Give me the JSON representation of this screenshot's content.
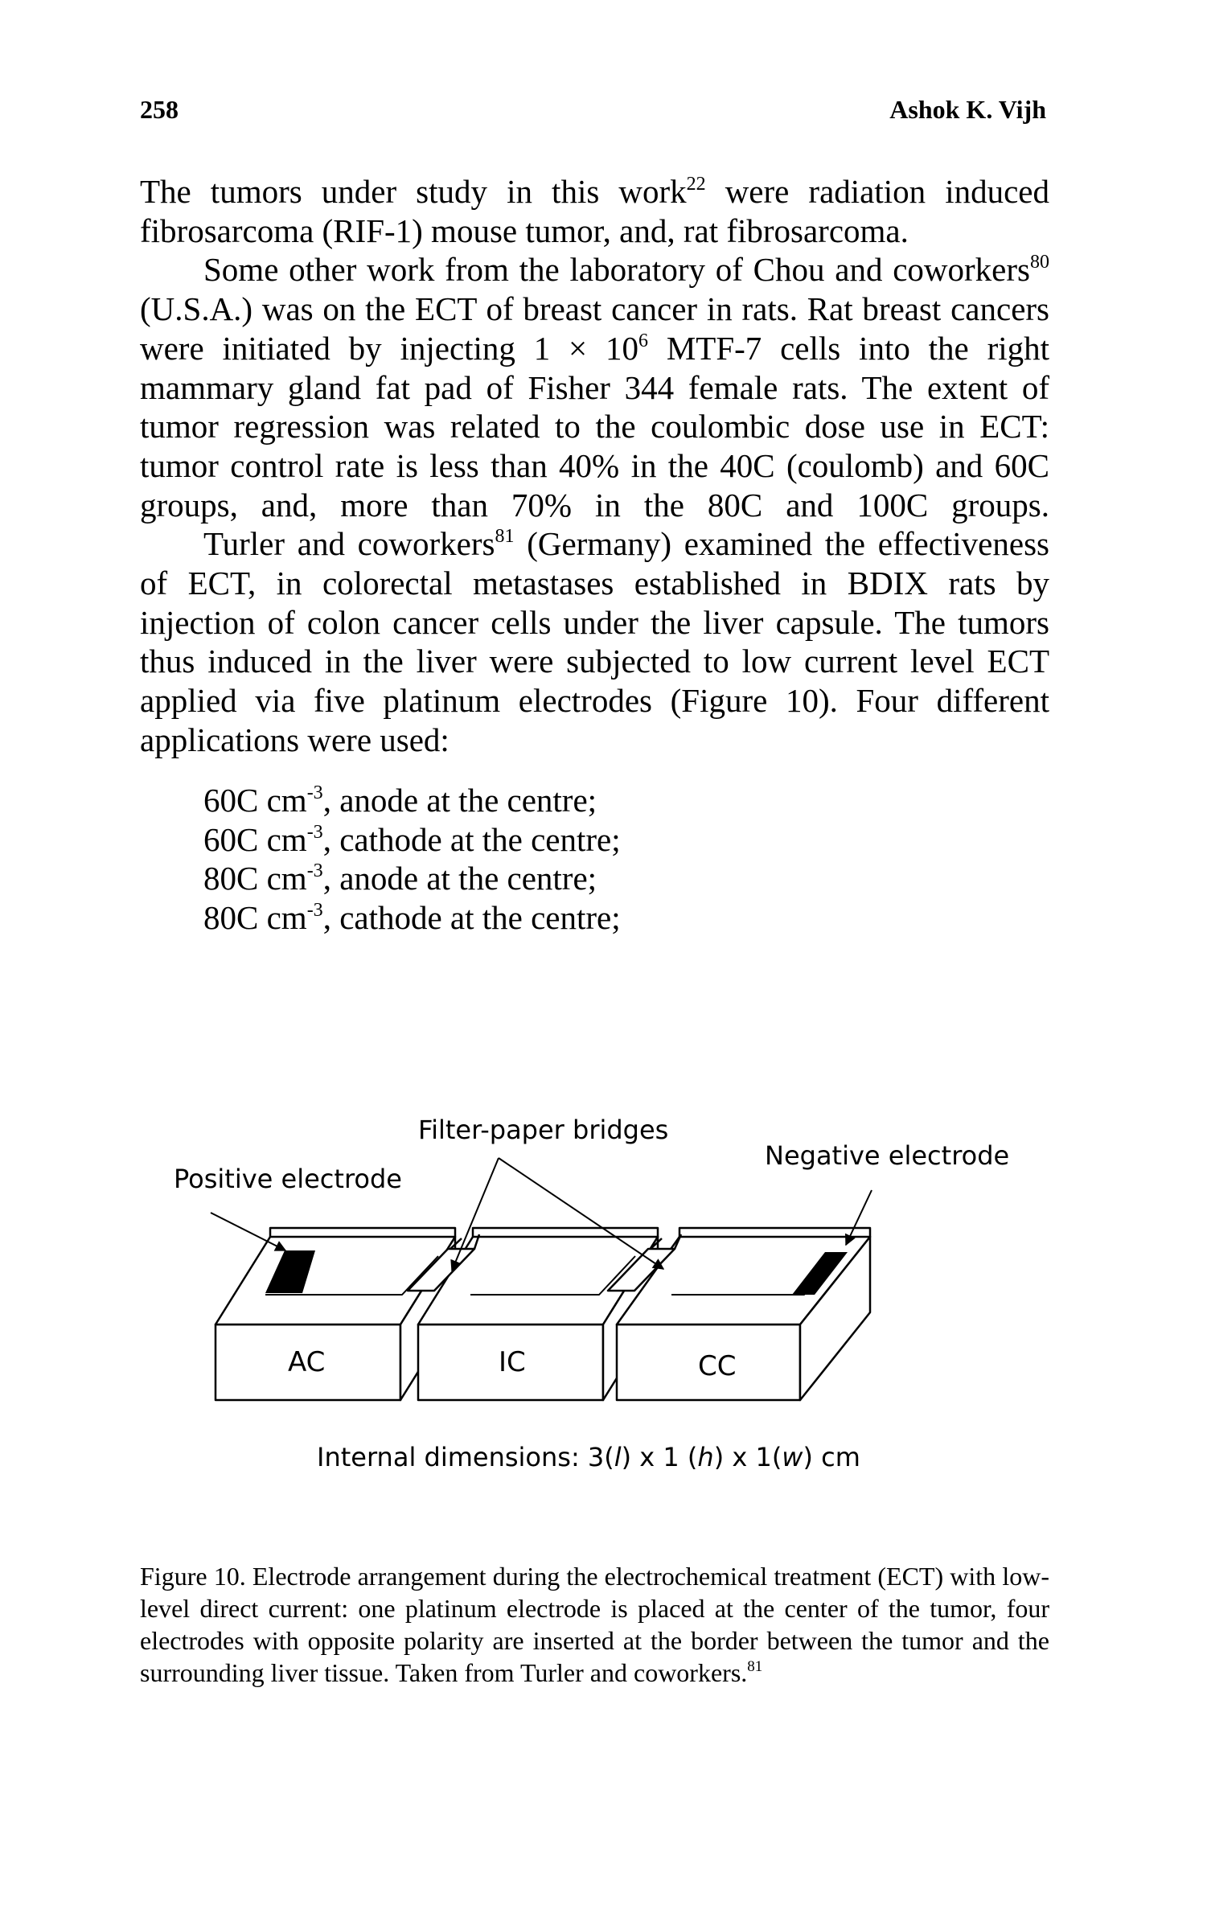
{
  "header": {
    "page_number": "258",
    "author": "Ashok K. Vijh"
  },
  "paragraphs": {
    "p1_a": "The tumors under study in this work",
    "p1_ref": "22",
    "p1_b": " were radiation induced fibrosarcoma (RIF-1) mouse tumor, and, rat fibrosarcoma.",
    "p2_a": "Some other work from the laboratory of Chou and coworkers",
    "p2_ref": "80",
    "p2_b": " (U.S.A.) was on the ECT of breast cancer in rats. Rat breast cancers were initiated by injecting 1 × 10",
    "p2_exp": "6",
    "p2_c": " MTF-7 cells into the right mammary gland fat pad of Fisher 344 female rats. The extent of tumor regression was related to the coulombic dose use in ECT: tumor control rate is less than 40% in the 40C (coulomb) and 60C groups, and, more than 70% in the 80C and 100C groups.",
    "p3_a": "Turler and coworkers",
    "p3_ref": "81",
    "p3_b": " (Germany) examined the effectiveness of ECT, in colorectal metastases established in BDIX rats by injection of colon cancer cells under the liver capsule. The tumors thus induced in the liver were subjected to low current level ECT applied via five platinum electrodes (Figure 10). Four different applications were used:"
  },
  "applications": [
    {
      "dose": "60C cm",
      "exp": "-3",
      "rest": ", anode at the centre;"
    },
    {
      "dose": "60C cm",
      "exp": "-3",
      "rest": ", cathode at the centre;"
    },
    {
      "dose": "80C cm",
      "exp": "-3",
      "rest": ", anode at the centre;"
    },
    {
      "dose": "80C cm",
      "exp": "-3",
      "rest": ", cathode at the centre;"
    }
  ],
  "figure": {
    "label_filter": "Filter-paper bridges",
    "label_positive": "Positive electrode",
    "label_negative": "Negative electrode",
    "box_ac": "AC",
    "box_ic": "IC",
    "box_cc": "CC",
    "dims_prefix": "Internal dimensions: 3(",
    "dims_l": "l",
    "dims_mid1": ") x 1 (",
    "dims_h": "h",
    "dims_mid2": ") x 1(",
    "dims_w": "w",
    "dims_suffix": ") cm",
    "colors": {
      "electrode_fill": "#000000",
      "stroke": "#000000"
    }
  },
  "caption": {
    "text": "Figure 10. Electrode arrangement during the electrochemical treatment (ECT) with low-level direct current: one platinum electrode is placed at the center of the tumor, four electrodes with opposite polarity are inserted at the border between the tumor and the surrounding liver tissue. Taken from Turler and coworkers.",
    "ref": "81"
  }
}
